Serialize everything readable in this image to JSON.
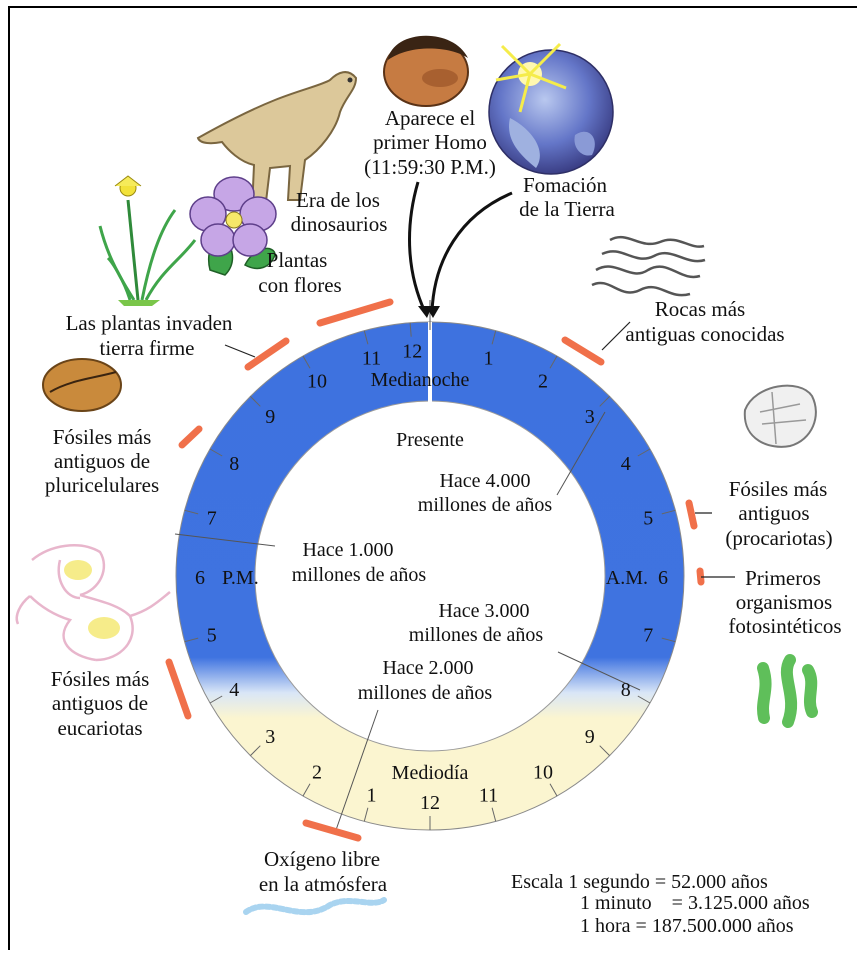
{
  "colors": {
    "night": "#3f73e0",
    "day": "#fbf5d0",
    "marker": "#f0704a",
    "center": "#ffffff"
  },
  "hours_night": [
    "12",
    "1",
    "2",
    "3",
    "4",
    "5",
    "6",
    "7",
    "8",
    "9",
    "10",
    "11"
  ],
  "hours_day": [
    "12",
    "1",
    "2",
    "3",
    "4",
    "5",
    "6",
    "7",
    "8",
    "9",
    "10",
    "11"
  ],
  "ring_labels": {
    "midnight": "Medianoche",
    "noon": "Mediodía",
    "am": "A.M.",
    "pm": "P.M."
  },
  "inner_labels": {
    "present": "Presente",
    "ago_4000": [
      "Hace 4.000",
      "millones de años"
    ],
    "ago_3000": [
      "Hace 3.000",
      "millones de años"
    ],
    "ago_2000": [
      "Hace 2.000",
      "millones de años"
    ],
    "ago_1000": [
      "Hace 1.000",
      "millones de años"
    ]
  },
  "events": {
    "homo": [
      "Aparece el",
      "primer Homo",
      "(11:59:30 P.M.)"
    ],
    "earth": [
      "Fomación",
      "de la Tierra"
    ],
    "dinosaurs": [
      "Era de los",
      "dinosaurios"
    ],
    "flowers": [
      "Plantas",
      "con flores"
    ],
    "land_plants": [
      "Las plantas invaden",
      "tierra firme"
    ],
    "multicellular": [
      "Fósiles más",
      "antiguos de",
      "pluricelulares"
    ],
    "oldest_rocks": [
      "Rocas más",
      "antiguas conocidas"
    ],
    "prokaryotes": [
      "Fósiles más",
      "antiguos",
      "(procariotas)"
    ],
    "photosynthetic": [
      "Primeros",
      "organismos",
      "fotosintéticos"
    ],
    "eukaryotes": [
      "Fósiles más",
      "antiguos de",
      "eucariotas"
    ],
    "oxygen": [
      "Oxígeno libre",
      "en la atmósfera"
    ]
  },
  "scale": {
    "line1": "Escala 1 segundo = 52.000 años",
    "line2": "1 minuto    = 3.125.000 años",
    "line3": "1 hora = 187.500.000 años"
  },
  "icons": [
    "homo-head-icon",
    "earth-planet-icon",
    "dinosaur-icon",
    "flower-icon",
    "daffodil-plant-icon",
    "fossil-stone-icon",
    "rock-layers-icon",
    "prokaryote-fossil-icon",
    "algae-strand-icon",
    "eukaryote-cell-icon",
    "oxygen-wave-icon"
  ]
}
